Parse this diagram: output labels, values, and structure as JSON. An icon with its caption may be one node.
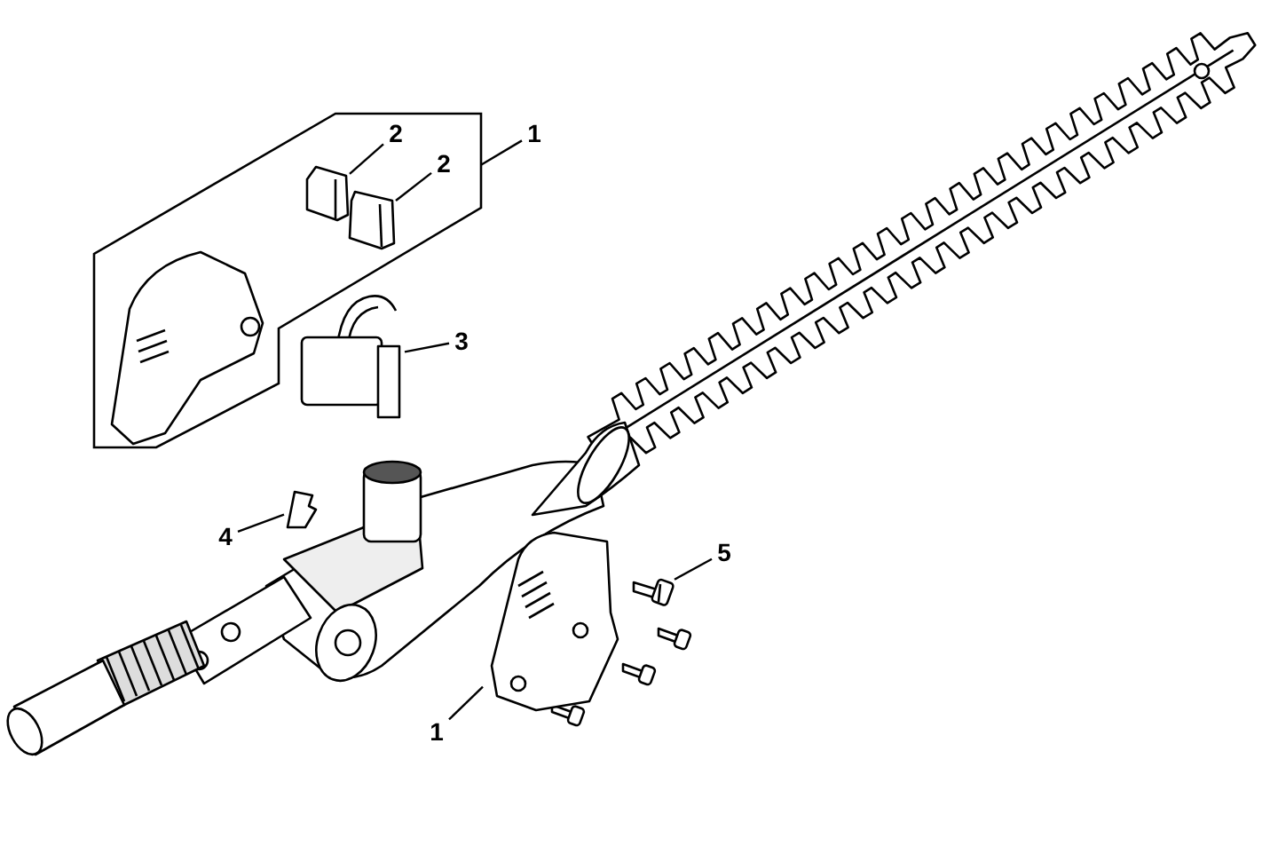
{
  "diagram": {
    "nodes": [
      {
        "text": [
          "1"
        ]
      },
      {
        "text": [],
        "shape": "box"
      },
      {
        "text": [
          "2"
        ],
        "in": 1
      },
      {
        "text": [],
        "shape": "picture",
        "in": 1
      },
      {
        "text": [
          "2"
        ],
        "in": 1
      },
      {
        "text": [],
        "shape": "picture",
        "in": 1
      },
      {
        "text": [
          "3"
        ]
      },
      {
        "text": [],
        "shape": "picture"
      },
      {
        "text": [
          "4"
        ]
      },
      {
        "text": [],
        "shape": "picture"
      },
      {
        "text": [
          "5"
        ]
      },
      {
        "text": [],
        "shape": "picture"
      },
      {
        "text": [
          "1"
        ]
      },
      {
        "text": [],
        "shape": "picture"
      }
    ],
    "edges": [
      {
        "from": 0,
        "to": 1,
        "arrow": "none"
      },
      {
        "from": 2,
        "to": 3,
        "arrow": "none"
      },
      {
        "from": 4,
        "to": 5,
        "arrow": "none"
      },
      {
        "from": 6,
        "to": 7,
        "arrow": "none"
      },
      {
        "from": 8,
        "to": 9,
        "arrow": "none"
      },
      {
        "from": 10,
        "to": 11,
        "arrow": "none"
      },
      {
        "from": 12,
        "to": 13,
        "arrow": "none"
      }
    ]
  }
}
